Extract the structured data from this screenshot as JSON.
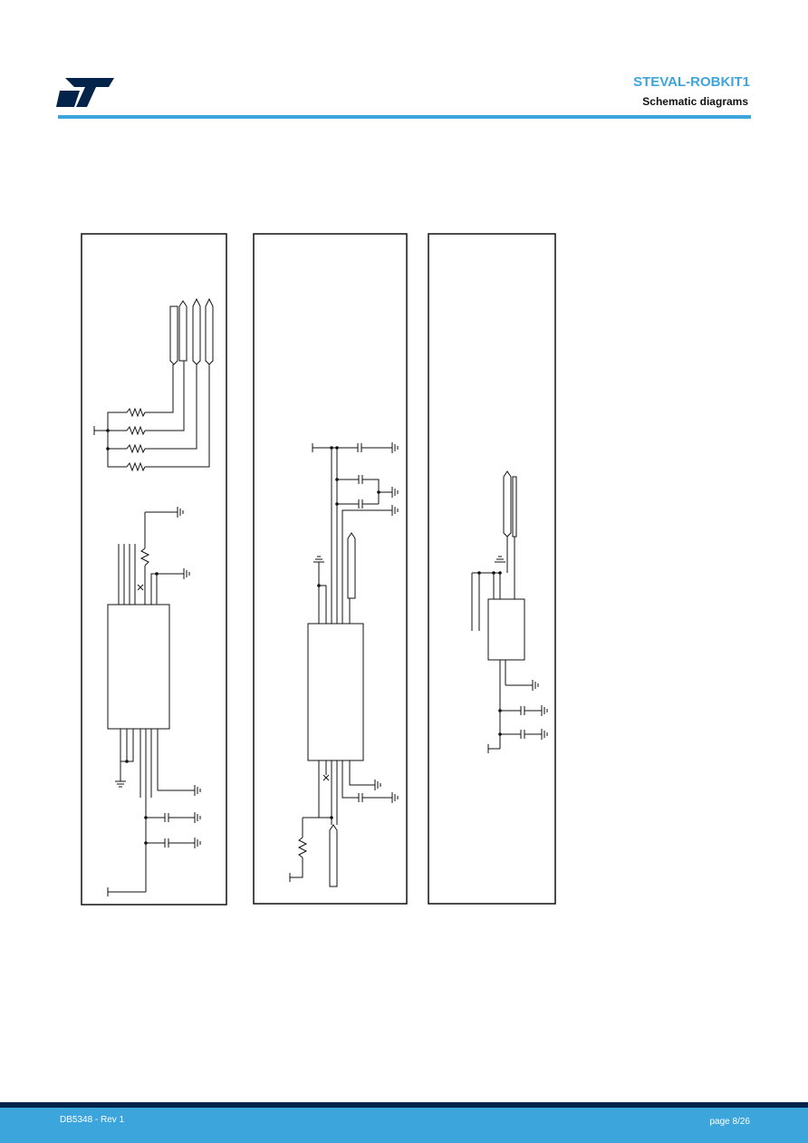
{
  "header": {
    "title": "STEVAL-ROBKIT1",
    "subtitle": "Schematic diagrams"
  },
  "footer": {
    "doc_id": "DB5348 - Rev 1",
    "page": "page 8/26"
  },
  "colors": {
    "accent": "#3ca5dc",
    "dark_strip": "#03234b",
    "logo": "#03234b"
  },
  "icons": {
    "logo": "st-logo"
  }
}
